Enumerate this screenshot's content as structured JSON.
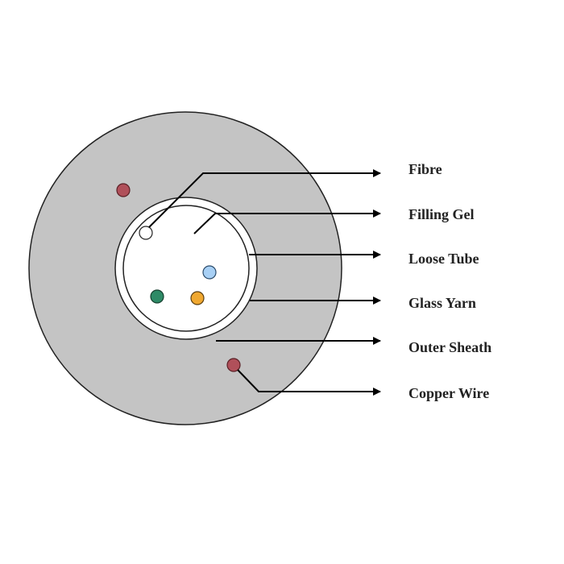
{
  "labels": {
    "fibre": "Fibre",
    "filling_gel": "Filling Gel",
    "loose_tube": "Loose Tube",
    "glass_yarn": "Glass Yarn",
    "outer_sheath": "Outer Sheath",
    "copper_wire": "Copper Wire"
  },
  "colors": {
    "outer_sheath": "#c4c4c4",
    "copper_wire": "#b0505a",
    "fibre_blue": "#a8d0f5",
    "fibre_green": "#2e8a66",
    "fibre_orange": "#f0a830",
    "fibre_white": "#ffffff"
  }
}
